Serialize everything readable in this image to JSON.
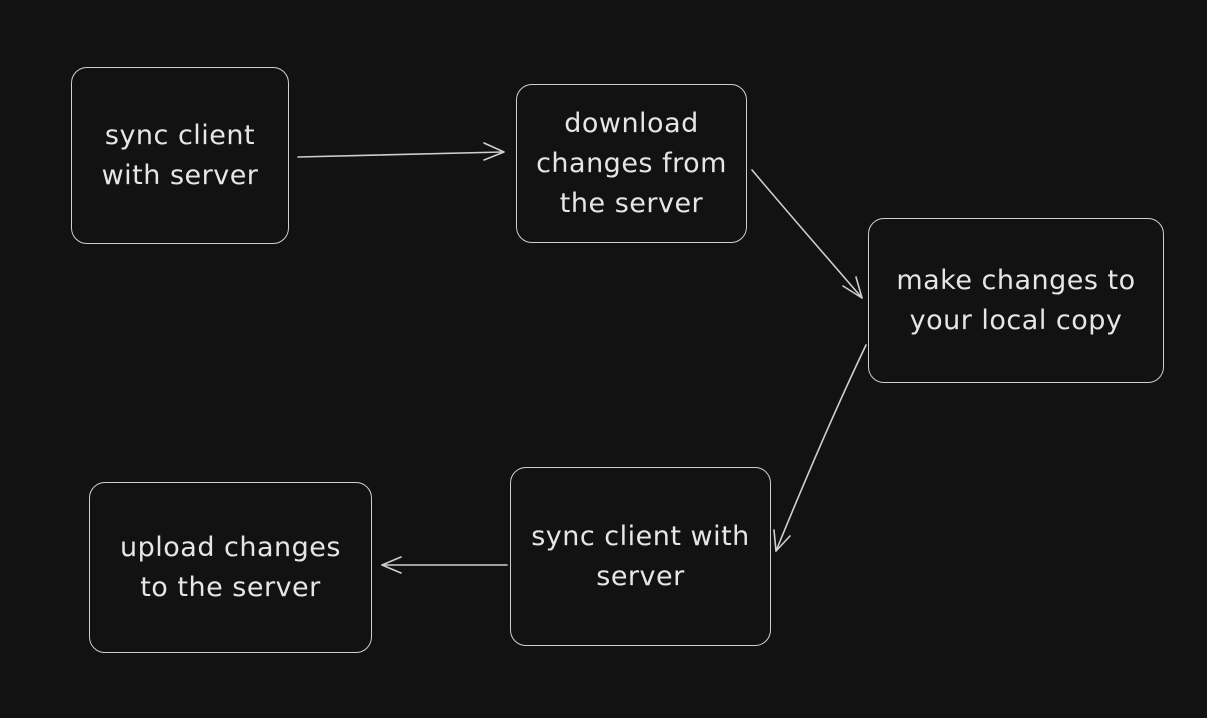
{
  "colors": {
    "background": "#121212",
    "stroke": "#cfcfcf",
    "text": "#e6e6e6"
  },
  "nodes": {
    "sync_client_1": {
      "label": "sync client\nwith server"
    },
    "download": {
      "label": "download\nchanges from\nthe server"
    },
    "make_changes": {
      "label": "make changes to\nyour local copy"
    },
    "sync_client_2": {
      "label": "sync client with\nserver"
    },
    "upload": {
      "label": "upload changes\nto the server"
    }
  },
  "edges": [
    {
      "from": "sync_client_1",
      "to": "download"
    },
    {
      "from": "download",
      "to": "make_changes"
    },
    {
      "from": "make_changes",
      "to": "sync_client_2"
    },
    {
      "from": "sync_client_2",
      "to": "upload"
    }
  ]
}
